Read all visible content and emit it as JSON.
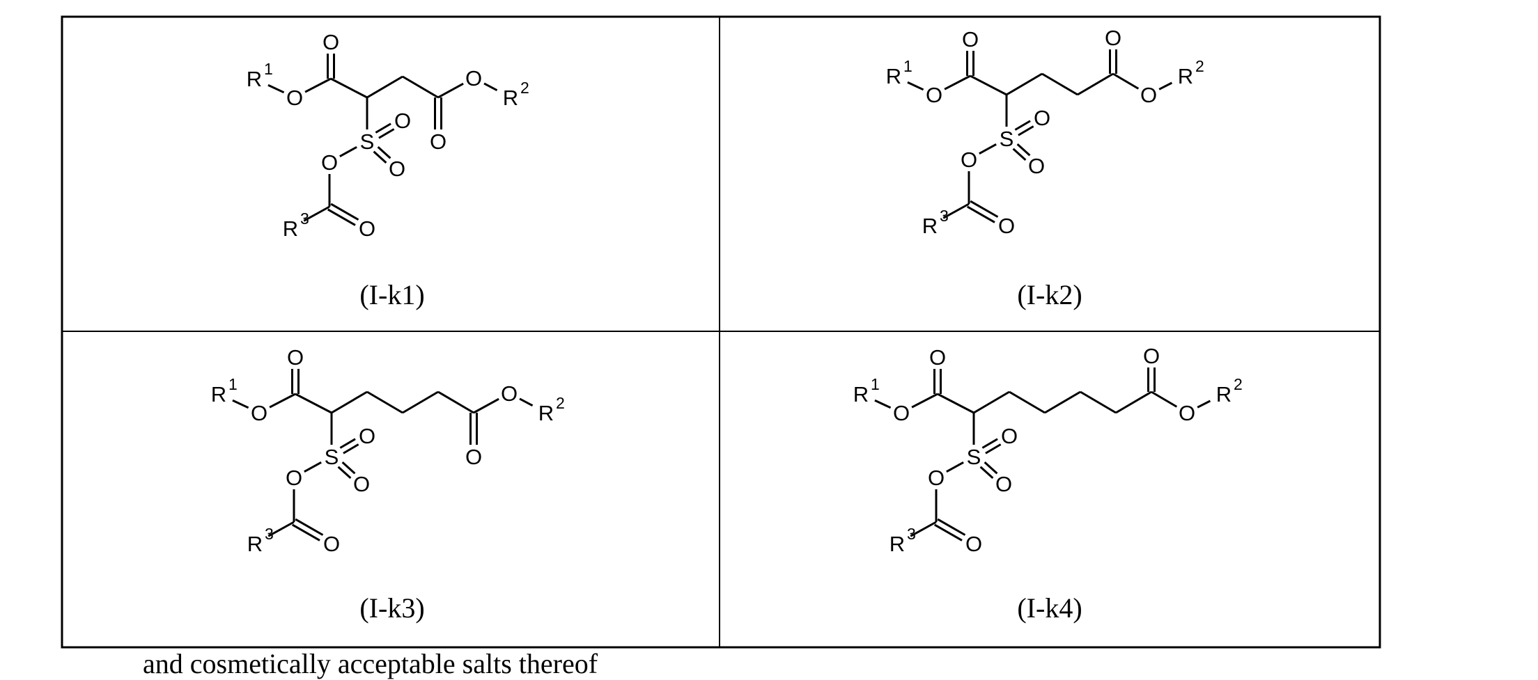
{
  "atoms": {
    "oxygen": "O",
    "sulfur": "S",
    "r_group": "R",
    "r_indices": [
      "1",
      "2",
      "3"
    ]
  },
  "structures": [
    {
      "label": "(I-k1)",
      "methylene_count": 1
    },
    {
      "label": "(I-k2)",
      "methylene_count": 2
    },
    {
      "label": "(I-k3)",
      "methylene_count": 3
    },
    {
      "label": "(I-k4)",
      "methylene_count": 4
    }
  ],
  "footer_text": "and cosmetically acceptable salts thereof"
}
